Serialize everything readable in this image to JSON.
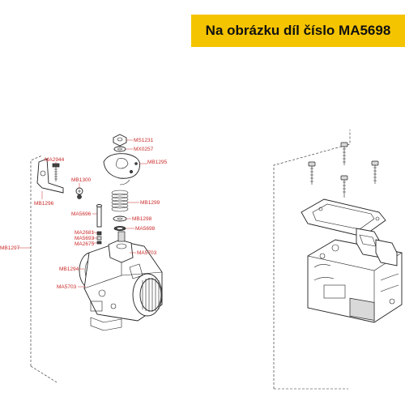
{
  "banner": {
    "text": "Na obrázku díl číslo MA5698",
    "background": "#f5c400"
  },
  "labels": {
    "ms1231": "MS1231",
    "mx0257": "MX0257",
    "mb1295": "MB1295",
    "ma2944": "MA2944",
    "mb1300": "MB1300",
    "mb1299": "MB1299",
    "mb1296": "MB1296",
    "ma5696": "MA5696",
    "mb1298": "MB1298",
    "ma5698": "MA5698",
    "ma2681": "MA2681",
    "ma5693": "MA5693",
    "ma2675": "MA2675",
    "mb1297": "MB1297",
    "ma5703_top": "MA5703",
    "mb1294": "MB1294",
    "ma5703_bottom": "MA5703"
  },
  "colors": {
    "label": "#cc2b2b",
    "line_art": "#222222"
  }
}
